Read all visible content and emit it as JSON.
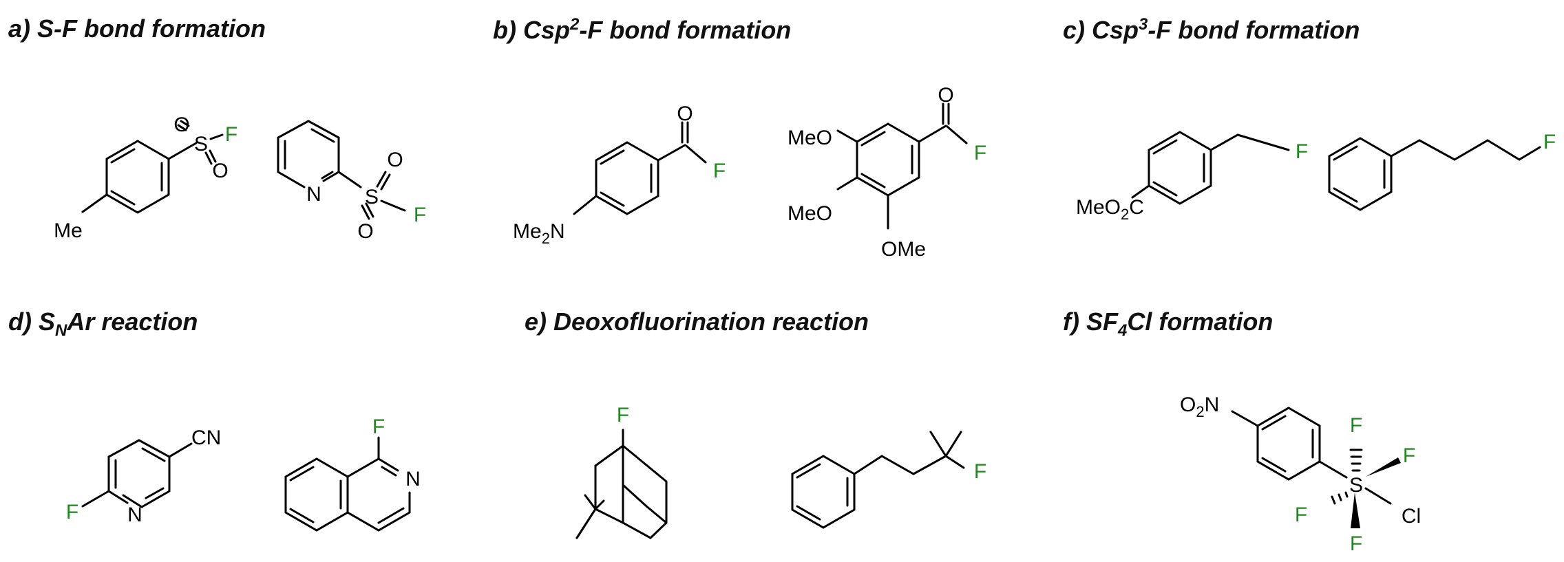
{
  "colors": {
    "fluorine": "#1e8a1e",
    "bond": "#000000",
    "text": "#111111"
  },
  "panels": {
    "a": {
      "title": "a) S-F bond formation"
    },
    "b": {
      "title_pre": "b) Csp",
      "title_sup": "2",
      "title_post": "-F bond formation"
    },
    "c": {
      "title_pre": "c) Csp",
      "title_sup": "3",
      "title_post": "-F bond formation"
    },
    "d": {
      "title_pre": "d) S",
      "title_sub": "N",
      "title_post": "Ar reaction"
    },
    "e": {
      "title": "e) Deoxofluorination  reaction"
    },
    "f": {
      "title_pre": "f) SF",
      "title_sub": "4",
      "title_post": "Cl formation"
    }
  },
  "labels": {
    "O": "O",
    "S": "S",
    "F": "F",
    "N": "N",
    "Me": "Me",
    "MeO": "MeO",
    "OMe": "OMe",
    "Me2": "Me",
    "sub2": "2",
    "MeO2C_a": "MeO",
    "MeO2C_b": "C",
    "CN": "CN",
    "O2N_a": "O",
    "O2N_b": "N",
    "Cl": "Cl"
  }
}
